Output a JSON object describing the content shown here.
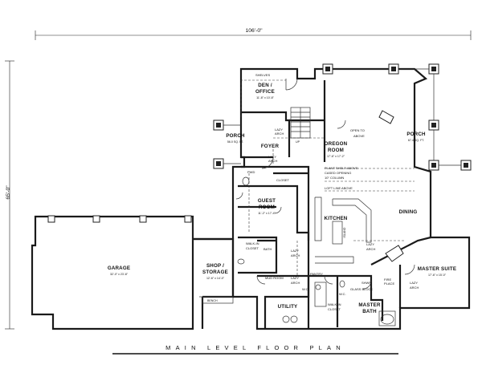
{
  "overall_width": "106'-0\"",
  "overall_depth": "65'-0\"",
  "title": "MAIN LEVEL FLOOR PLAN",
  "rooms": {
    "garage": {
      "name": "GARAGE",
      "size": "32'-0\" x 23'-8\""
    },
    "shop": {
      "name1": "SHOP /",
      "name2": "STORAGE",
      "size": "12'-6\" x 14'-0\""
    },
    "guest": {
      "name1": "GUEST",
      "name2": "ROOM",
      "size": "11'-2\" x 17'-4\""
    },
    "den": {
      "name1": "DEN /",
      "name2": "OFFICE",
      "size": "11'-8\" x 10'-8\""
    },
    "porch_left": {
      "name": "PORCH",
      "size": "56.0 SQ. FT."
    },
    "porch_right": {
      "name": "PORCH",
      "size": "67.4 SQ. FT."
    },
    "foyer": {
      "name": "FOYER"
    },
    "oregon": {
      "name1": "OREGON",
      "name2": "ROOM",
      "size": "17'-6\" x 17'-2\""
    },
    "kitchen": {
      "name": "KITCHEN"
    },
    "dining": {
      "name": "DINING"
    },
    "master_suite": {
      "name": "MASTER SUITE",
      "size": "17'-6\" x 15'-0\""
    },
    "master_bath": {
      "name1": "MASTER",
      "name2": "BATH"
    },
    "utility": {
      "name": "UTILITY"
    },
    "mud_room": {
      "name": "MUD ROOM"
    }
  },
  "notes": {
    "shelves": "SHELVES",
    "lazy_arch": "LAZY",
    "arch": "ARCH",
    "open_to": "OPEN TO",
    "above": "ABOVE",
    "plant_shelf": "PLANT SHELF ABOVE",
    "cased_opening": "CASED OPENING",
    "column": "10\" COLUMN",
    "loft_line": "LOFT LINE ABOVE",
    "closet": "CLOSET",
    "pwd": "PWD",
    "walk_in": "WALK-IN",
    "bath": "BATH",
    "wc": "W.C.",
    "fire_place": "FIRE",
    "place": "PLACE",
    "shwr": "SHWR",
    "glass_block": "GLASS BLOCK",
    "pantry": "PANTRY",
    "bench": "BENCH",
    "up": "UP",
    "island": "ISLAND",
    "walk_in_closet": "WALK-IN CLOSET"
  }
}
